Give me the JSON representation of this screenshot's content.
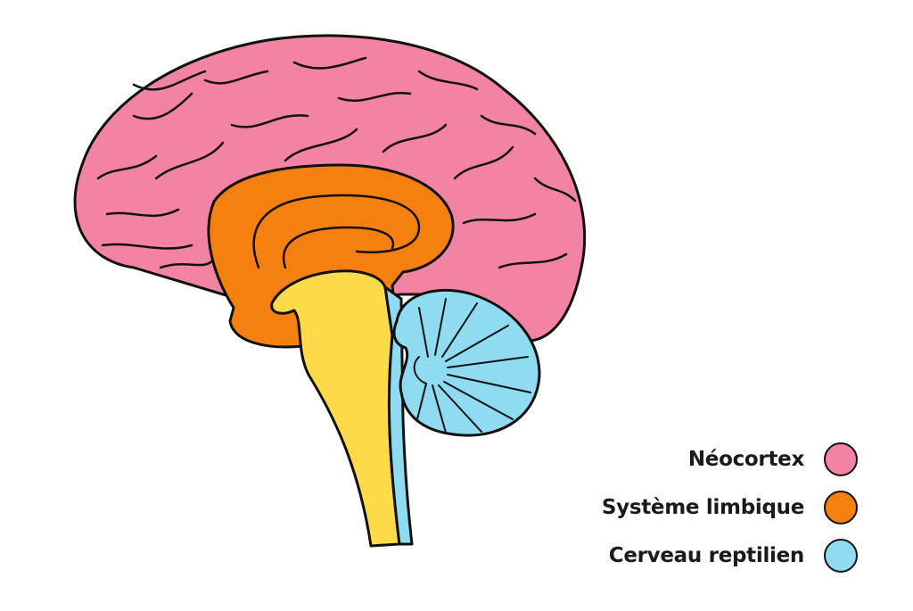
{
  "legend": [
    {
      "label": "Néocortex",
      "color": "#F283A3"
    },
    {
      "label": "Système limbique",
      "color": "#F5800F"
    },
    {
      "label": "Cerveau reptilien",
      "color": "#8FDCF2"
    }
  ],
  "colors": {
    "brainstem": "#FDDA48",
    "outline": "#111111"
  }
}
